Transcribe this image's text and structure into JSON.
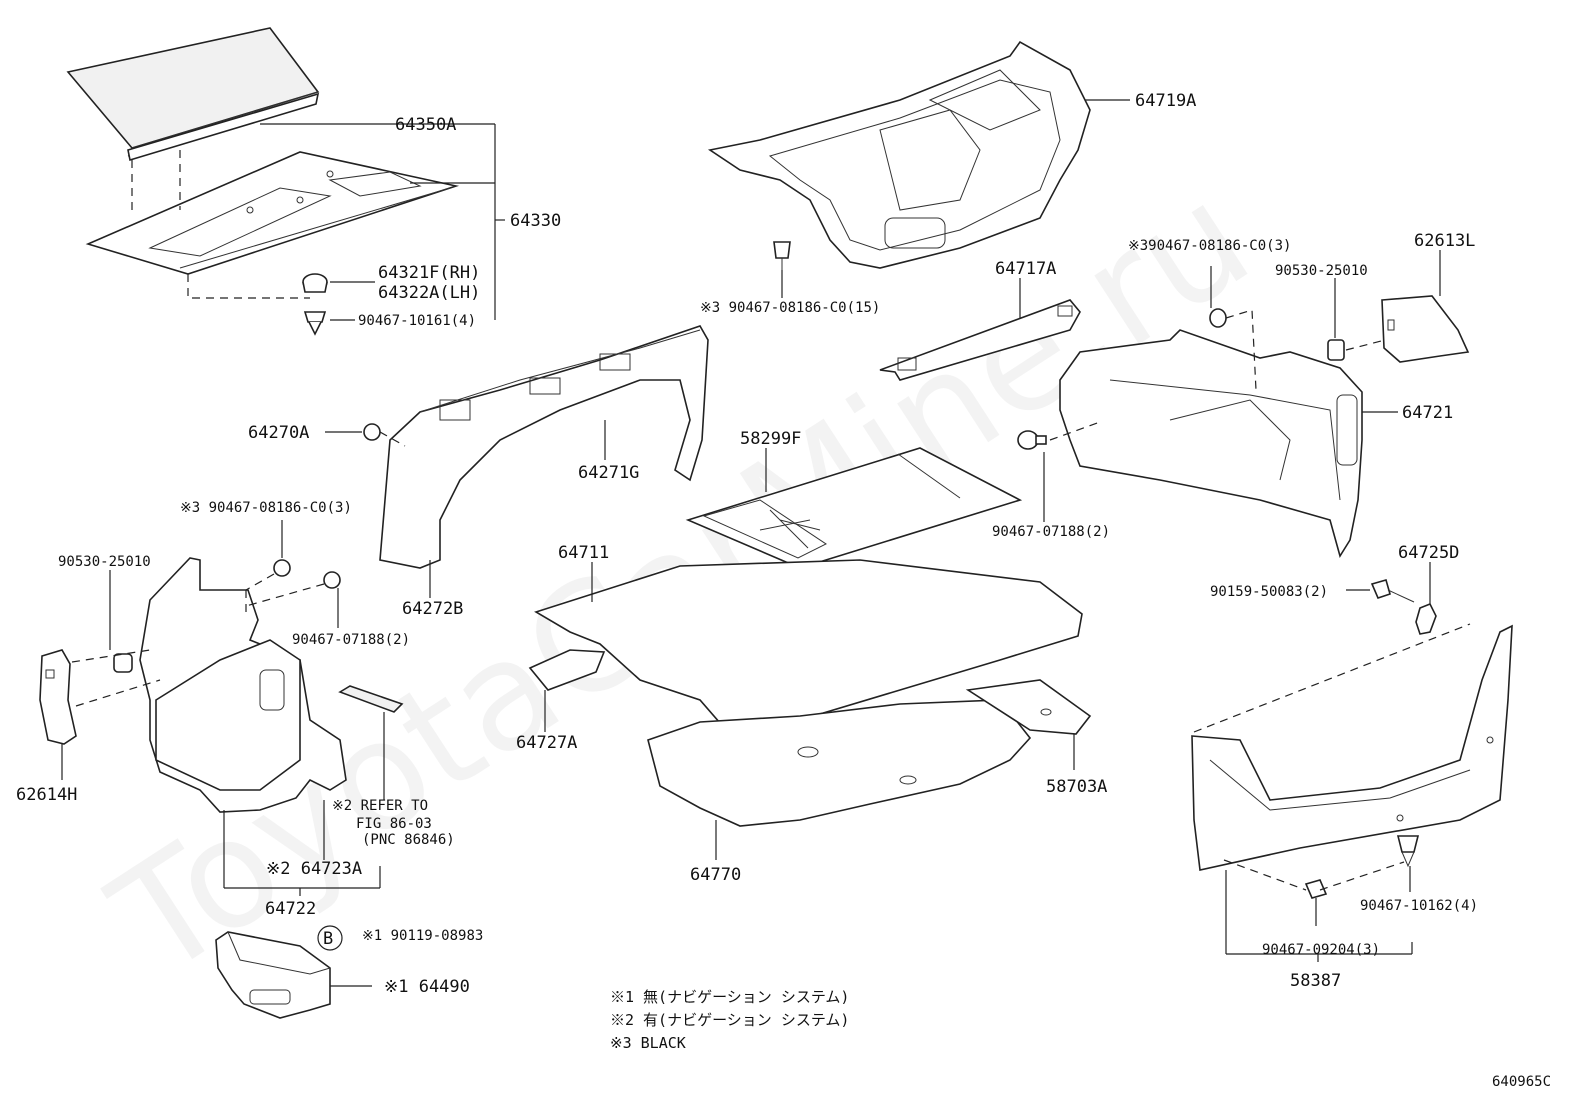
{
  "diagram": {
    "watermark": "ToyotaCarMine.ru",
    "figure_code": "640965C",
    "circle_marker": "B",
    "labels": {
      "p64350A": "64350A",
      "p64330": "64330",
      "p64321F": "64321F(RH)",
      "p64322A": "64322A(LH)",
      "p90467_10161": "90467-10161(4)",
      "p64719A": "64719A",
      "p90467_08186_15": "※3 90467-08186-C0(15)",
      "p64717A": "64717A",
      "p90467_08186_3r": "※390467-08186-C0(3)",
      "p62613L": "62613L",
      "p90530_25010r": "90530-25010",
      "p64721": "64721",
      "p64270A": "64270A",
      "p64271G": "64271G",
      "p58299F": "58299F",
      "p90467_07188r": "90467-07188(2)",
      "p90467_08186_3l": "※3 90467-08186-C0(3)",
      "p90530_25010l": "90530-25010",
      "p64711": "64711",
      "p64272B": "64272B",
      "p64725D": "64725D",
      "p90159_50083": "90159-50083(2)",
      "p90467_07188l": "90467-07188(2)",
      "p64727A": "64727A",
      "p62614H": "62614H",
      "p58703A": "58703A",
      "refer_1": "※2 REFER TO",
      "refer_2": "FIG 86-03",
      "refer_3": "(PNC 86846)",
      "p64723A": "※2 64723A",
      "p64770": "64770",
      "p90467_10162": "90467-10162(4)",
      "p64722": "64722",
      "p90467_09204": "90467-09204(3)",
      "p90119_08983": "※1 90119-08983",
      "p58387": "58387",
      "p64490": "※1 64490"
    },
    "notes": [
      "※1 無(ナビゲーション システム)",
      "※2 有(ナビゲーション システム)",
      "※3 BLACK"
    ]
  }
}
